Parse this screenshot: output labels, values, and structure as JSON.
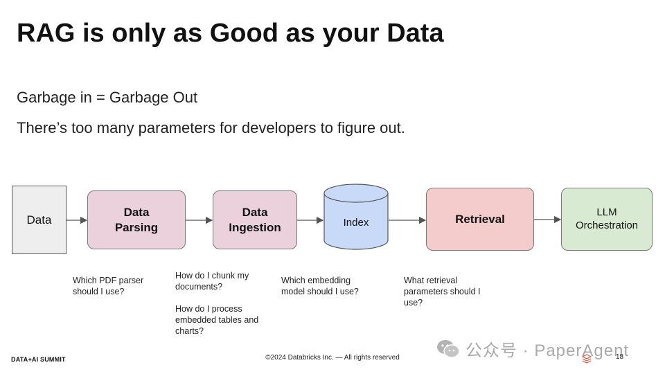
{
  "slide": {
    "title": "RAG is only as Good as your Data",
    "line1": "Garbage in = Garbage Out",
    "line2": "There’s too many parameters for developers to figure out."
  },
  "pipeline": {
    "data": "Data",
    "parsing_line1": "Data",
    "parsing_line2": "Parsing",
    "ingestion_line1": "Data",
    "ingestion_line2": "Ingestion",
    "index": "Index",
    "retrieval": "Retrieval",
    "llm_line1": "LLM",
    "llm_line2": "Orchestration"
  },
  "questions": {
    "parser": "Which PDF parser should I use?",
    "chunk": "How do I chunk my documents?",
    "tables": "How do I process embedded tables and charts?",
    "embedding": "Which embedding model should I use?",
    "retrieval": "What retrieval parameters should I use?"
  },
  "footer": {
    "brand": "DATA+AI SUMMIT",
    "copyright": "©2024 Databricks Inc. — All rights reserved",
    "page": "18",
    "watermark": "公众号 · PaperAgent"
  },
  "colors": {
    "data_box": "#eeeeee",
    "parsing_box": "#ead1dc",
    "index_cylinder": "#c9daf8",
    "retrieval_box": "#f4cccc",
    "llm_box": "#d9ead3"
  },
  "icons": {
    "watermark": "wechat-icon",
    "logo": "databricks-logo-icon"
  }
}
